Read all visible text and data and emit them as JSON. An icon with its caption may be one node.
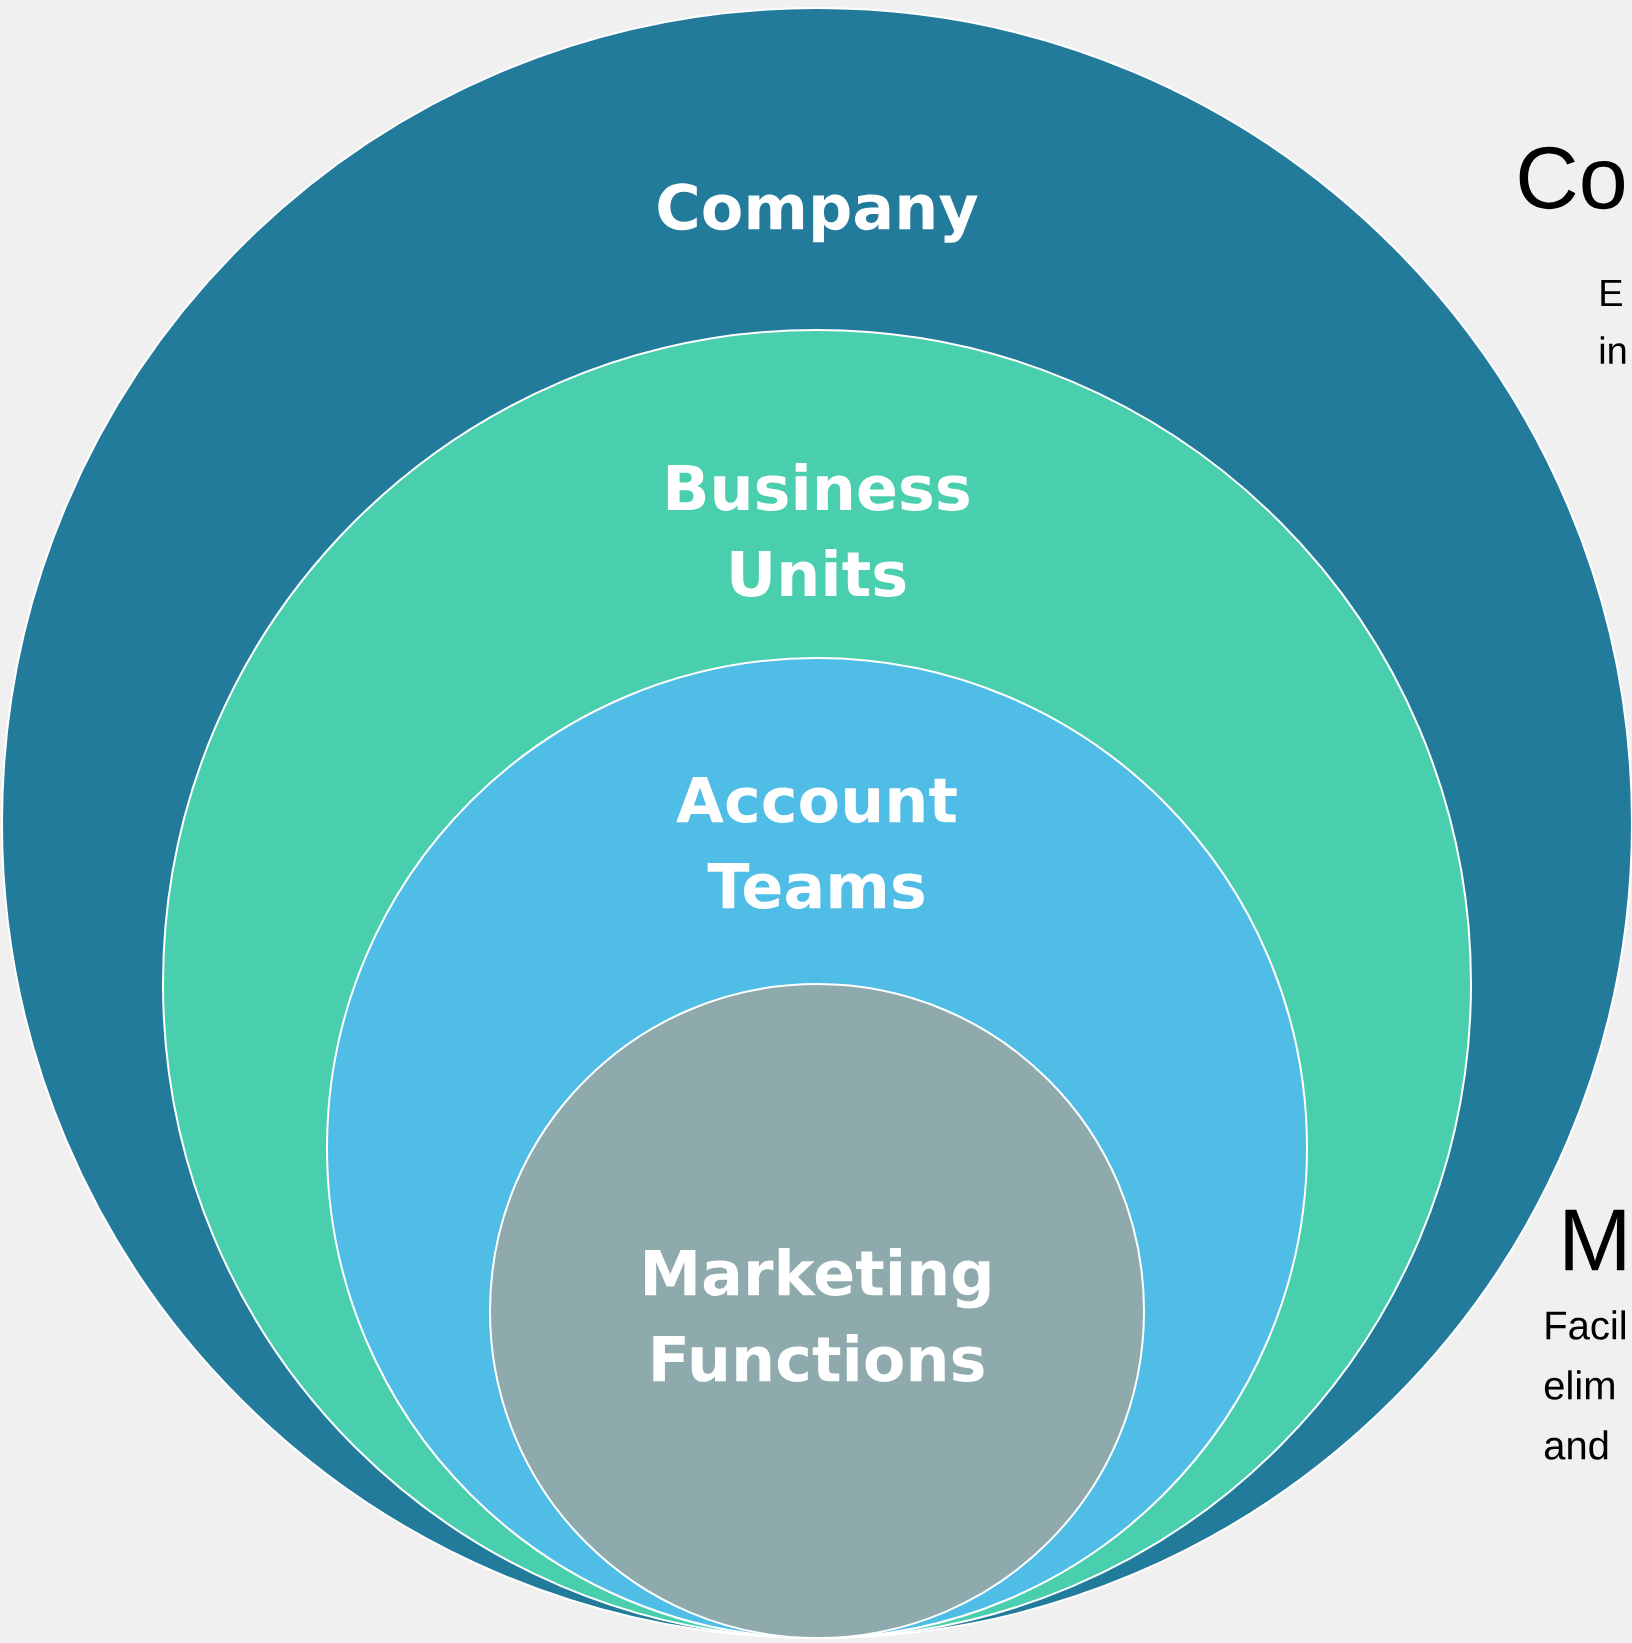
{
  "diagram": {
    "nodes": [
      {
        "text": [
          "Company"
        ]
      },
      {
        "text": [
          "Business Units"
        ],
        "in": 0
      },
      {
        "text": [
          "Account Teams"
        ],
        "in": 1
      },
      {
        "text": [
          "Marketing Functions"
        ],
        "in": 2
      }
    ],
    "labels": [
      "Co",
      "E",
      "in",
      "M",
      "Facil",
      "elim",
      "and"
    ]
  }
}
